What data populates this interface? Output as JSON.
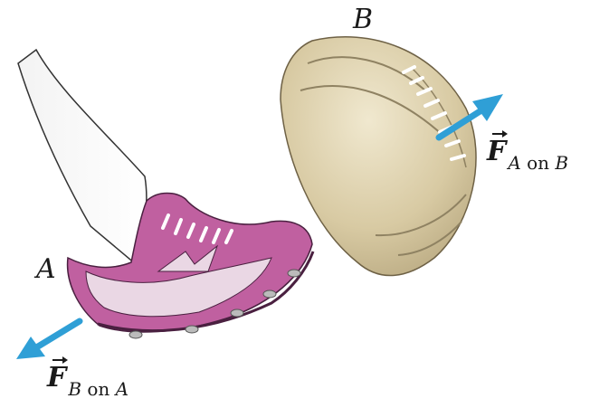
{
  "labels": {
    "object_b": "B",
    "object_a": "A"
  },
  "forces": {
    "on_ball": {
      "symbol": "F",
      "from": "A",
      "on": "on",
      "to": "B"
    },
    "on_foot": {
      "symbol": "F",
      "from": "B",
      "on": "on",
      "to": "A"
    }
  },
  "colors": {
    "arrow": "#2f9fd6",
    "shoe": "#b5558f",
    "shoe_light": "#ead7e4",
    "ball": "#dccfa9",
    "lace": "#ffffff"
  }
}
